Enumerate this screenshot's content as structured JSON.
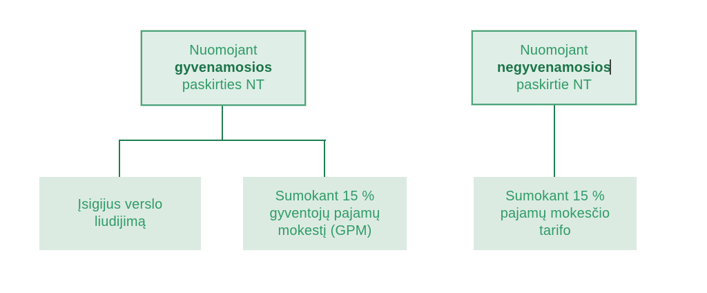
{
  "colors": {
    "background": "#ffffff",
    "parent_box_fill": "#dfeee6",
    "parent_box_border": "#4fa47b",
    "child_box_fill": "#dcebe2",
    "text_green": "#2e9b67",
    "text_green_dark_bold": "#1b744a",
    "connector_green": "#1f7e52",
    "text_cursor_color": "#3d3d3d"
  },
  "boxes": {
    "top_left": {
      "line1": "Nuomojant",
      "line2_bold": "gyvenamosios",
      "line3": "paskirties NT"
    },
    "top_right": {
      "line1": "Nuomojant",
      "line2_bold": "negyvenamosios",
      "line3": "paskirtie NT"
    },
    "bottom_left": {
      "line1": "Įsigijus verslo",
      "line2": "liudijimą"
    },
    "bottom_middle": {
      "line1": "Sumokant 15 %",
      "line2": "gyventojų pajamų",
      "line3": "mokestį (GPM)"
    },
    "bottom_right": {
      "line1": "Sumokant 15 %",
      "line2": "pajamų mokesčio",
      "line3": "tarifo"
    }
  }
}
